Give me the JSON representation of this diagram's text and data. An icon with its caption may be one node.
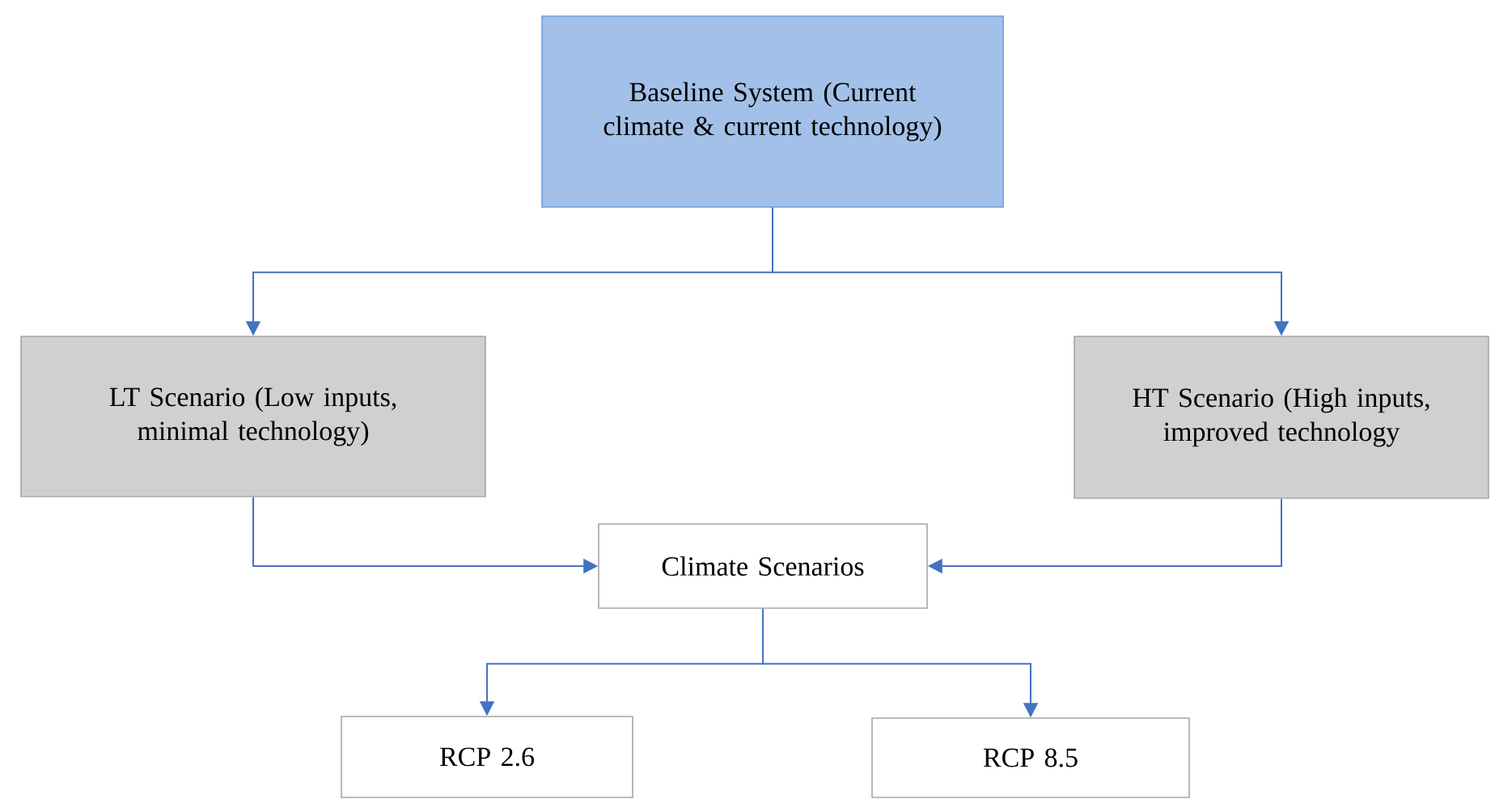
{
  "diagram": {
    "nodes": [
      {
        "text": [
          "Baseline System (Current climate & current technology)"
        ]
      },
      {
        "text": [
          "LT Scenario (Low inputs, minimal technology)"
        ]
      },
      {
        "text": [
          "HT Scenario (High inputs, improved technology"
        ]
      },
      {
        "text": [
          "Climate Scenarios"
        ]
      },
      {
        "text": [
          "RCP 2.6"
        ]
      },
      {
        "text": [
          "RCP 8.5"
        ]
      }
    ],
    "edges": [
      {
        "from": 0,
        "to": 1,
        "arrow": "to"
      },
      {
        "from": 0,
        "to": 2,
        "arrow": "to"
      },
      {
        "from": 1,
        "to": 3,
        "arrow": "to"
      },
      {
        "from": 2,
        "to": 3,
        "arrow": "to"
      },
      {
        "from": 3,
        "to": 4,
        "arrow": "to"
      },
      {
        "from": 3,
        "to": 5,
        "arrow": "to"
      }
    ]
  }
}
